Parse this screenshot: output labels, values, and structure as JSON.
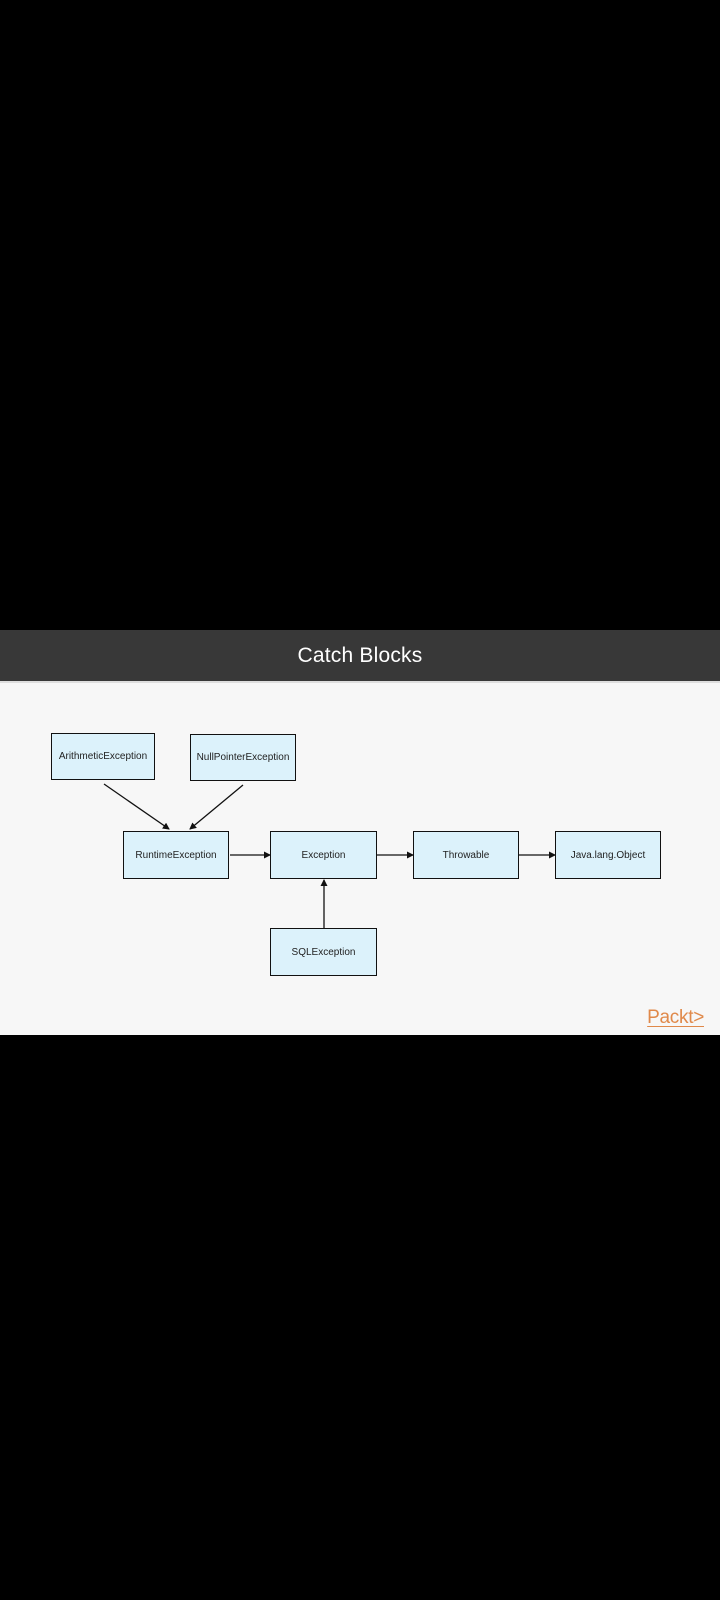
{
  "slide": {
    "title": "Catch Blocks"
  },
  "diagram": {
    "nodes": {
      "arithmetic": "ArithmeticException",
      "nullpointer": "NullPointerException",
      "runtime": "RuntimeException",
      "exception": "Exception",
      "throwable": "Throwable",
      "object": "Java.lang.Object",
      "sql": "SQLException"
    },
    "edges": [
      {
        "from": "ArithmeticException",
        "to": "RuntimeException"
      },
      {
        "from": "NullPointerException",
        "to": "RuntimeException"
      },
      {
        "from": "RuntimeException",
        "to": "Exception"
      },
      {
        "from": "SQLException",
        "to": "Exception"
      },
      {
        "from": "Exception",
        "to": "Throwable"
      },
      {
        "from": "Throwable",
        "to": "Java.lang.Object"
      }
    ]
  },
  "brand": {
    "logo_text": "Packt>",
    "color": "#e0894a"
  },
  "colors": {
    "header_bg": "#383838",
    "slide_bg": "#f7f7f7",
    "node_fill": "#dcf2fb"
  }
}
